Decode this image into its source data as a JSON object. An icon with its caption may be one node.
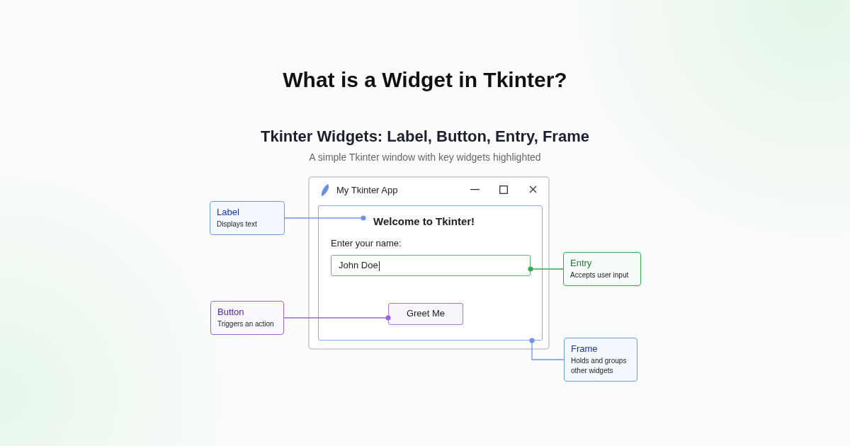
{
  "diagram": {
    "title": "What is a Widget in Tkinter?",
    "nodes": [
      {
        "text": [
          "My Tkinter App"
        ]
      },
      {
        "text": [],
        "shape": "box",
        "in": 0
      },
      {
        "text": [
          "Welcome to Tkinter!"
        ],
        "in": 1
      },
      {
        "text": [
          "John Doe"
        ],
        "in": 1,
        "beside": [
          "Enter your name:"
        ]
      },
      {
        "text": [
          "Greet Me"
        ],
        "in": 1
      },
      {
        "text": [
          "Label",
          "Displays text"
        ]
      },
      {
        "text": [
          "Entry",
          "Accepts user input"
        ]
      },
      {
        "text": [
          "Button",
          "Triggers an action"
        ]
      },
      {
        "text": [
          "Frame",
          "Holds and groups other widgets"
        ]
      }
    ],
    "edges": [
      {
        "from": 5,
        "to": 2,
        "arrow": "other"
      },
      {
        "from": 6,
        "to": 3,
        "arrow": "other",
        "color": "#3aa655"
      },
      {
        "from": 7,
        "to": 4,
        "arrow": "other",
        "color": "#9467e0"
      },
      {
        "from": 8,
        "to": 1,
        "arrow": "other"
      }
    ],
    "labels": [
      "Tkinter Widgets: Label, Button, Entry, Frame",
      "A simple Tkinter window with key widgets highlighted"
    ]
  }
}
